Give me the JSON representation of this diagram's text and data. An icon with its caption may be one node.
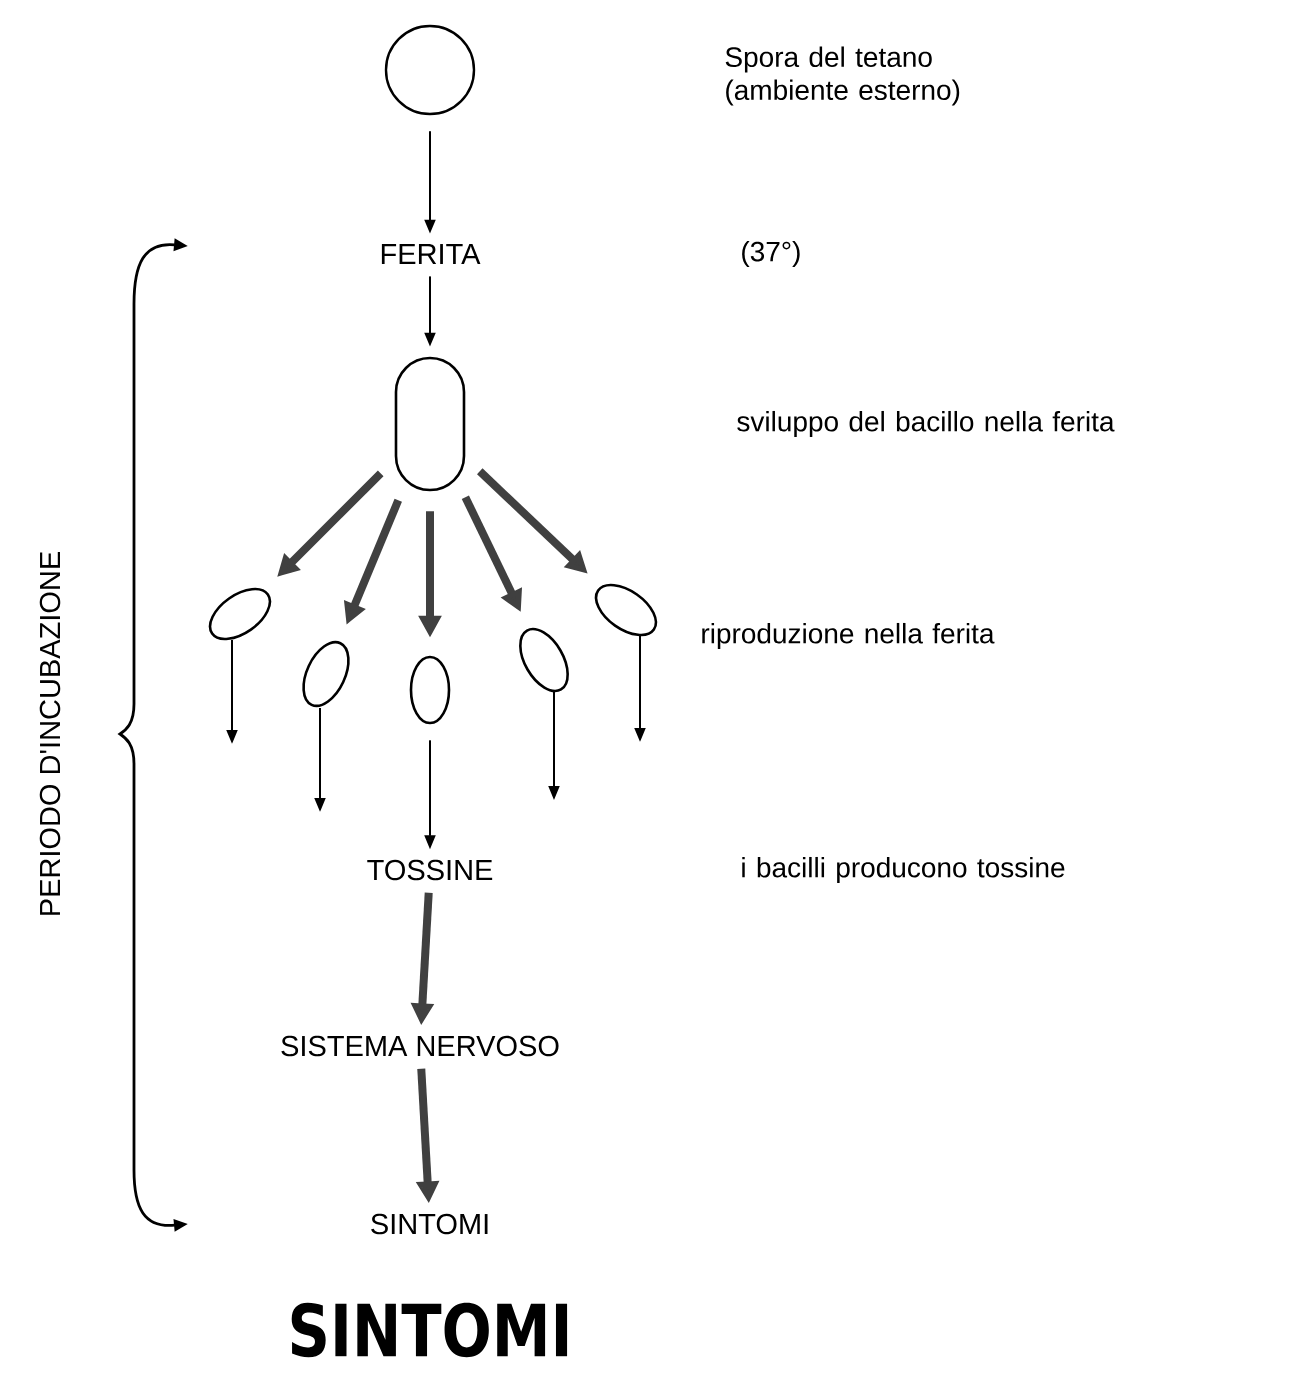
{
  "diagram": {
    "nodes": [
      {
        "text": [],
        "shape": "circle"
      },
      {
        "text": [
          "FERITA"
        ]
      },
      {
        "text": [],
        "shape": "ellipse"
      },
      {
        "text": [],
        "shape": "ellipse"
      },
      {
        "text": [],
        "shape": "ellipse"
      },
      {
        "text": [],
        "shape": "ellipse"
      },
      {
        "text": [],
        "shape": "ellipse"
      },
      {
        "text": [],
        "shape": "ellipse"
      },
      {
        "text": [
          "TOSSINE"
        ]
      },
      {
        "text": [
          "SISTEMA NERVOSO"
        ]
      },
      {
        "text": [
          "SINTOMI"
        ]
      }
    ],
    "edges": [
      {
        "from": 0,
        "to": 1,
        "arrow": "to"
      },
      {
        "from": 1,
        "to": 2,
        "arrow": "to"
      },
      {
        "from": 2,
        "to": 3,
        "arrow": "to",
        "style": "thick"
      },
      {
        "from": 2,
        "to": 4,
        "arrow": "to",
        "style": "thick"
      },
      {
        "from": 2,
        "to": 5,
        "arrow": "to",
        "style": "thick"
      },
      {
        "from": 2,
        "to": 6,
        "arrow": "to",
        "style": "thick"
      },
      {
        "from": 2,
        "to": 7,
        "arrow": "to",
        "style": "thick"
      },
      {
        "from": 3,
        "to": null,
        "arrow": "to"
      },
      {
        "from": 4,
        "to": null,
        "arrow": "to"
      },
      {
        "from": 5,
        "to": 8,
        "arrow": "to"
      },
      {
        "from": 6,
        "to": null,
        "arrow": "to"
      },
      {
        "from": 7,
        "to": null,
        "arrow": "to"
      },
      {
        "from": 8,
        "to": 9,
        "arrow": "to",
        "style": "thick"
      },
      {
        "from": 9,
        "to": 10,
        "arrow": "to",
        "style": "thick"
      }
    ],
    "labels": [
      "Spora del tetano (ambiente esterno)",
      "(37°)",
      "sviluppo del bacillo nella ferita",
      "PERIODO D'INCUBAZIONE",
      "riproduzione nella ferita",
      "i bacilli producono tossine",
      "SINTOMI"
    ]
  }
}
